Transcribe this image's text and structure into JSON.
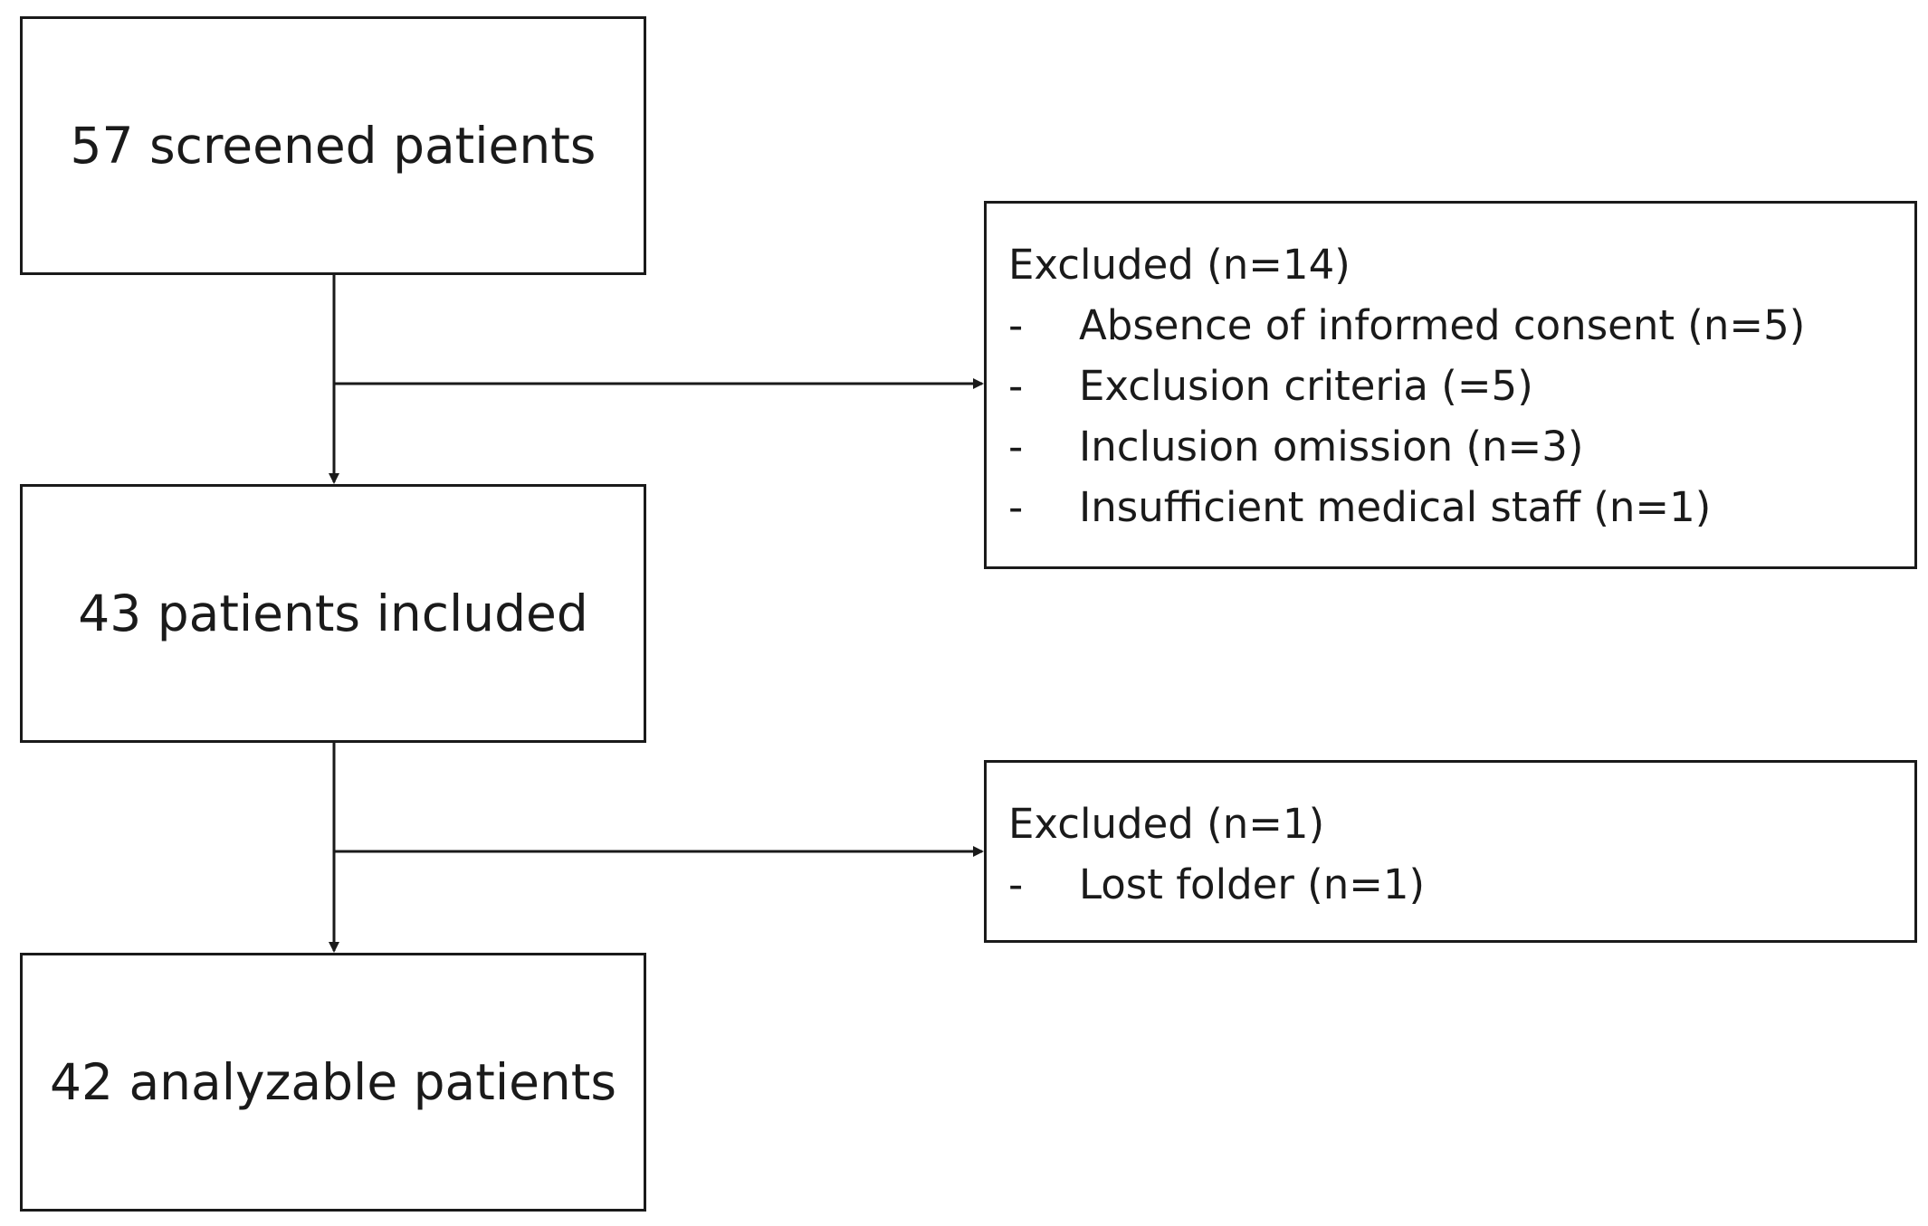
{
  "flow": {
    "screened": "57 screened patients",
    "included": "43 patients included",
    "analyzable": "42 analyzable patients"
  },
  "exclusions": [
    {
      "title": "Excluded (n=14)",
      "reasons": [
        "Absence of informed consent (n=5)",
        "Exclusion criteria (=5)",
        "Inclusion omission (n=3)",
        "Insufficient medical staff (n=1)"
      ]
    },
    {
      "title": "Excluded (n=1)",
      "reasons": [
        "Lost folder (n=1)"
      ]
    }
  ],
  "bullet": "-"
}
